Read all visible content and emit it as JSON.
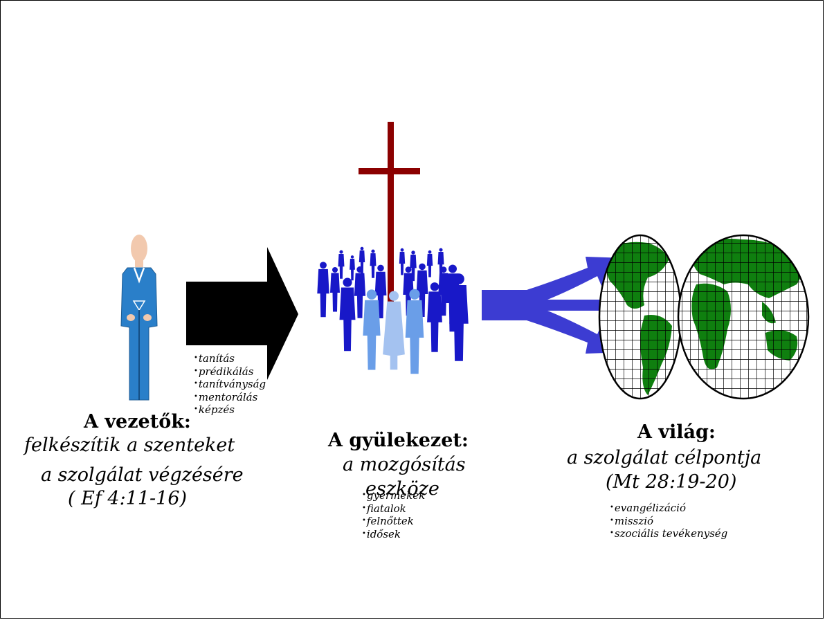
{
  "leaders": {
    "title": "A vezetők:",
    "lines": [
      "felkészítik a szenteket",
      "a szolgálat végzésére",
      "( Ef   4:11-16)"
    ],
    "bullets": [
      "tanítás",
      "prédikálás",
      "tanítványság",
      "mentorálás",
      "képzés"
    ]
  },
  "church": {
    "title": "A gyülekezet:",
    "lines": [
      "a mozgósítás",
      "eszköze"
    ],
    "bullets": [
      "gyermekek",
      "fiatalok",
      "felnőttek",
      "idősek"
    ]
  },
  "world": {
    "title": "A világ:",
    "lines": [
      "a szolgálat célpontja",
      "(Mt 28:19-20)"
    ],
    "bullets": [
      "evangélizáció",
      "misszió",
      "szociális tevékenység"
    ]
  },
  "colors": {
    "leader_suit": "#2a7fc9",
    "skin": "#f2c9ae",
    "arrow": "#000000",
    "cross": "#8b0000",
    "people_dark": "#1818c8",
    "people_light": "#6a9ee8",
    "blue_arrows": "#3c3cd2",
    "land": "#0f7f0f",
    "grid": "#000000"
  },
  "icons": [
    "leader-figure-icon",
    "black-arrow-icon",
    "cross-icon",
    "crowd-icon",
    "blue-triple-arrow-icon",
    "globe-map-icon"
  ]
}
